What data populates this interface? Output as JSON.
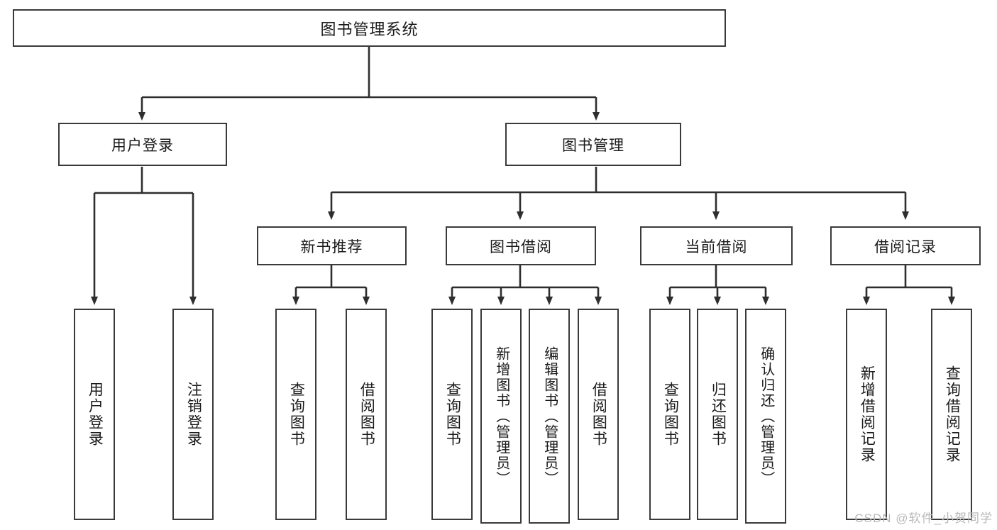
{
  "diagram": {
    "title": "图书管理系统",
    "type": "tree-hierarchy-chart",
    "root": {
      "label": "图书管理系统"
    },
    "level1": [
      {
        "label": "用户登录"
      },
      {
        "label": "图书管理"
      }
    ],
    "level2": [
      {
        "label": "新书推荐"
      },
      {
        "label": "图书借阅"
      },
      {
        "label": "当前借阅"
      },
      {
        "label": "借阅记录"
      }
    ],
    "leaves": {
      "user_login": [
        {
          "label": "用户登录"
        },
        {
          "label": "注销登录"
        }
      ],
      "new_book_recommend": [
        {
          "label": "查询图书"
        },
        {
          "label": "借阅图书"
        }
      ],
      "book_borrow": [
        {
          "label": "查询图书"
        },
        {
          "label": "新增图书（管理员）"
        },
        {
          "label": "编辑图书（管理员）"
        },
        {
          "label": "借阅图书"
        }
      ],
      "current_borrow": [
        {
          "label": "查询图书"
        },
        {
          "label": "归还图书"
        },
        {
          "label": "确认归还（管理员）"
        }
      ],
      "borrow_record": [
        {
          "label": "新增借阅记录"
        },
        {
          "label": "查询借阅记录"
        }
      ]
    }
  },
  "watermark": {
    "text": "CSDN @软件_小贺同学"
  },
  "colors": {
    "box_border": "#3a3a3a",
    "line": "#2e2e2e",
    "background": "#ffffff",
    "text": "#1a1a1a",
    "watermark": "#b9b9b9"
  }
}
